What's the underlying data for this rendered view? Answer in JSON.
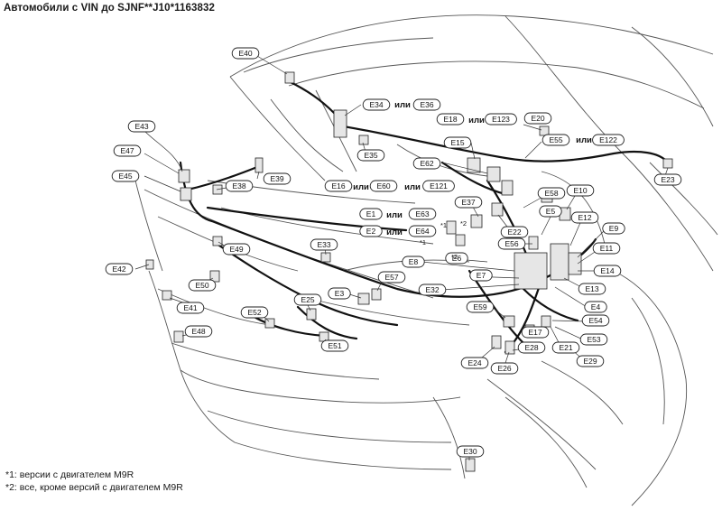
{
  "title": "Автомобили с VIN до SJNF**J10*1163832",
  "or_word": "или",
  "footnote_marks": [
    "*1",
    "*2"
  ],
  "footnotes": [
    "*1: версии с двигателем M9R",
    "*2: все, кроме версий с двигателем M9R"
  ],
  "labels": [
    "E40",
    "E34",
    "E36",
    "E18",
    "E123",
    "E20",
    "E43",
    "E47",
    "E37",
    "E45",
    "E39",
    "E38",
    "E35",
    "E15",
    "E55",
    "E122",
    "E62",
    "E23",
    "E16",
    "E60",
    "E121",
    "E58",
    "E10",
    "E22",
    "E12",
    "E1",
    "E63",
    "E2",
    "E64",
    "E5",
    "E9",
    "E49",
    "E33",
    "E56",
    "E11",
    "E6",
    "E42",
    "E8",
    "E7",
    "E14",
    "E57",
    "E50",
    "E32",
    "E13",
    "E3",
    "E25",
    "E4",
    "E41",
    "E52",
    "E59",
    "E54",
    "E17",
    "E53",
    "E48",
    "E51",
    "E28",
    "E21",
    "E24",
    "E26",
    "E29",
    "E30"
  ]
}
